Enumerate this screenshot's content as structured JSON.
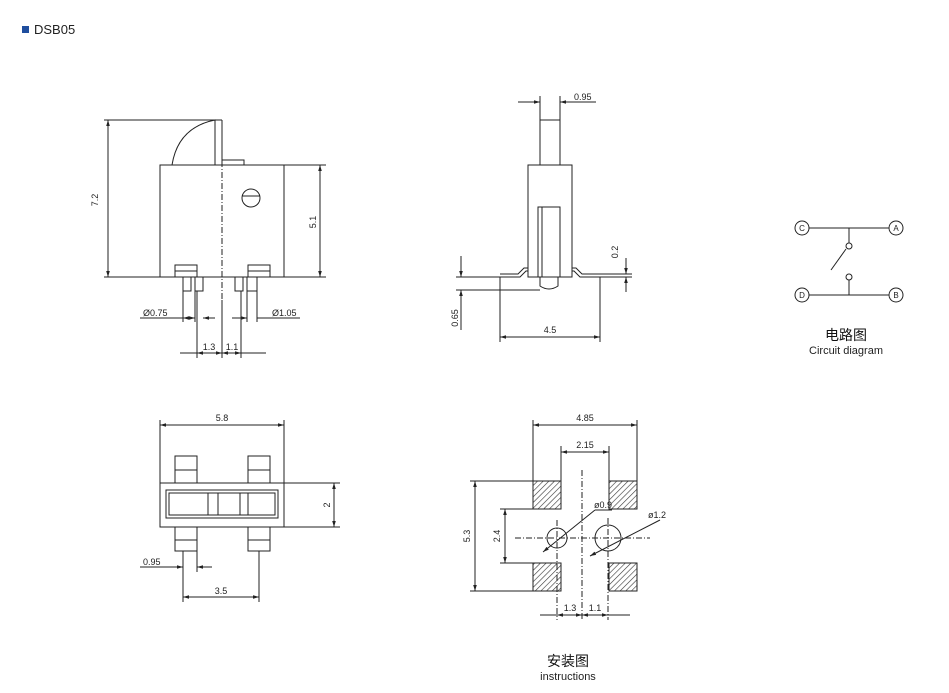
{
  "title": "DSB05",
  "colors": {
    "accent": "#1f4e9e",
    "line": "#222222"
  },
  "views": {
    "front": {
      "height_total": "7.2",
      "height_body": "5.1",
      "pin_left_dia": "Ø0.75",
      "pin_right_dia": "Ø1.05",
      "pitch_left": "1.3",
      "pitch_right": "1.1"
    },
    "side": {
      "plunger_width": "0.95",
      "lead_thickness": "0.2",
      "lead_height": "0.65",
      "lead_span": "4.5"
    },
    "bottom": {
      "width": "5.8",
      "depth": "2",
      "pin_width": "0.95",
      "pin_pitch": "3.5"
    },
    "footprint": {
      "pad_span": "4.85",
      "pad_gap": "2.15",
      "hole_small": "ø0.9",
      "hole_large": "ø1.2",
      "height": "5.3",
      "hole_spacing_v": "2.4",
      "pitch_left": "1.3",
      "pitch_right": "1.1"
    }
  },
  "circuit": {
    "node_c": "C",
    "node_a": "A",
    "node_d": "D",
    "node_b": "B",
    "caption_cn": "电路图",
    "caption_en": "Circuit diagram"
  },
  "instructions": {
    "caption_cn": "安装图",
    "caption_en": "instructions"
  }
}
